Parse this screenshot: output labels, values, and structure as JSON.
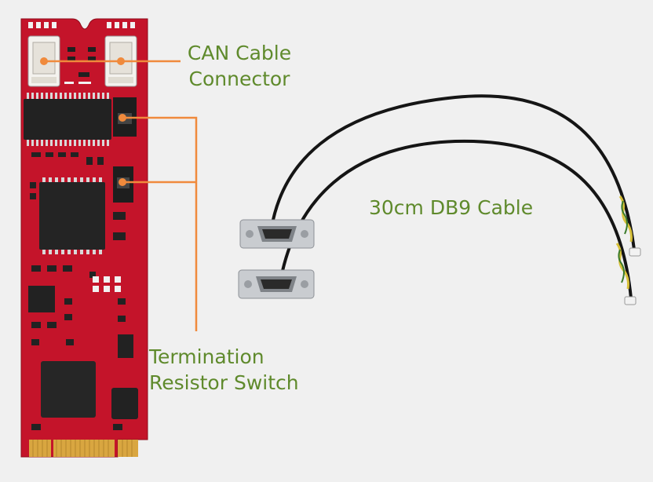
{
  "labels": {
    "can_connector_line1": "CAN Cable",
    "can_connector_line2": "Connector",
    "cable": "30cm DB9 Cable",
    "termination_line1": "Termination",
    "termination_line2": "Resistor Switch"
  },
  "colors": {
    "background": "#f0f0f0",
    "label_text": "#5f8a2c",
    "callout": "#f08a3c",
    "pcb": "#c4142a",
    "chip": "#1e1e1e",
    "gold": "#e8b24a",
    "cable": "#151515",
    "connector_metal": "#c9ccd0"
  },
  "icons": [
    "can-cable-connector-icon",
    "termination-switch-icon",
    "db9-connector-icon"
  ]
}
